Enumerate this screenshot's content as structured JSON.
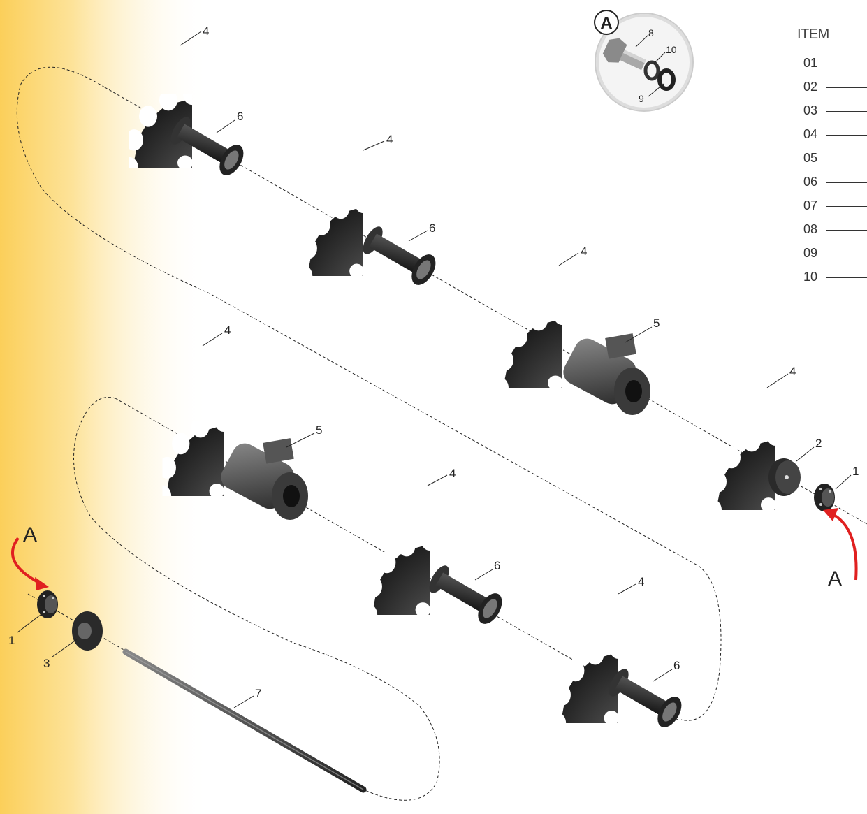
{
  "legend": {
    "title": "ITEM",
    "items": [
      "01",
      "02",
      "03",
      "04",
      "05",
      "06",
      "07",
      "08",
      "09",
      "10"
    ]
  },
  "callouts": {
    "disc": "4",
    "spool": "6",
    "bearing": "5",
    "end_plate": "2",
    "flange_hub": "1",
    "cone_washer": "3",
    "axle_shaft": "7",
    "bolt": "8",
    "washer_9": "9",
    "washer_10": "10",
    "detail_a": "A"
  },
  "colors": {
    "accent_gradient": "#fbd060",
    "arrow": "#e02020",
    "part_dark": "#1e1e1e"
  }
}
